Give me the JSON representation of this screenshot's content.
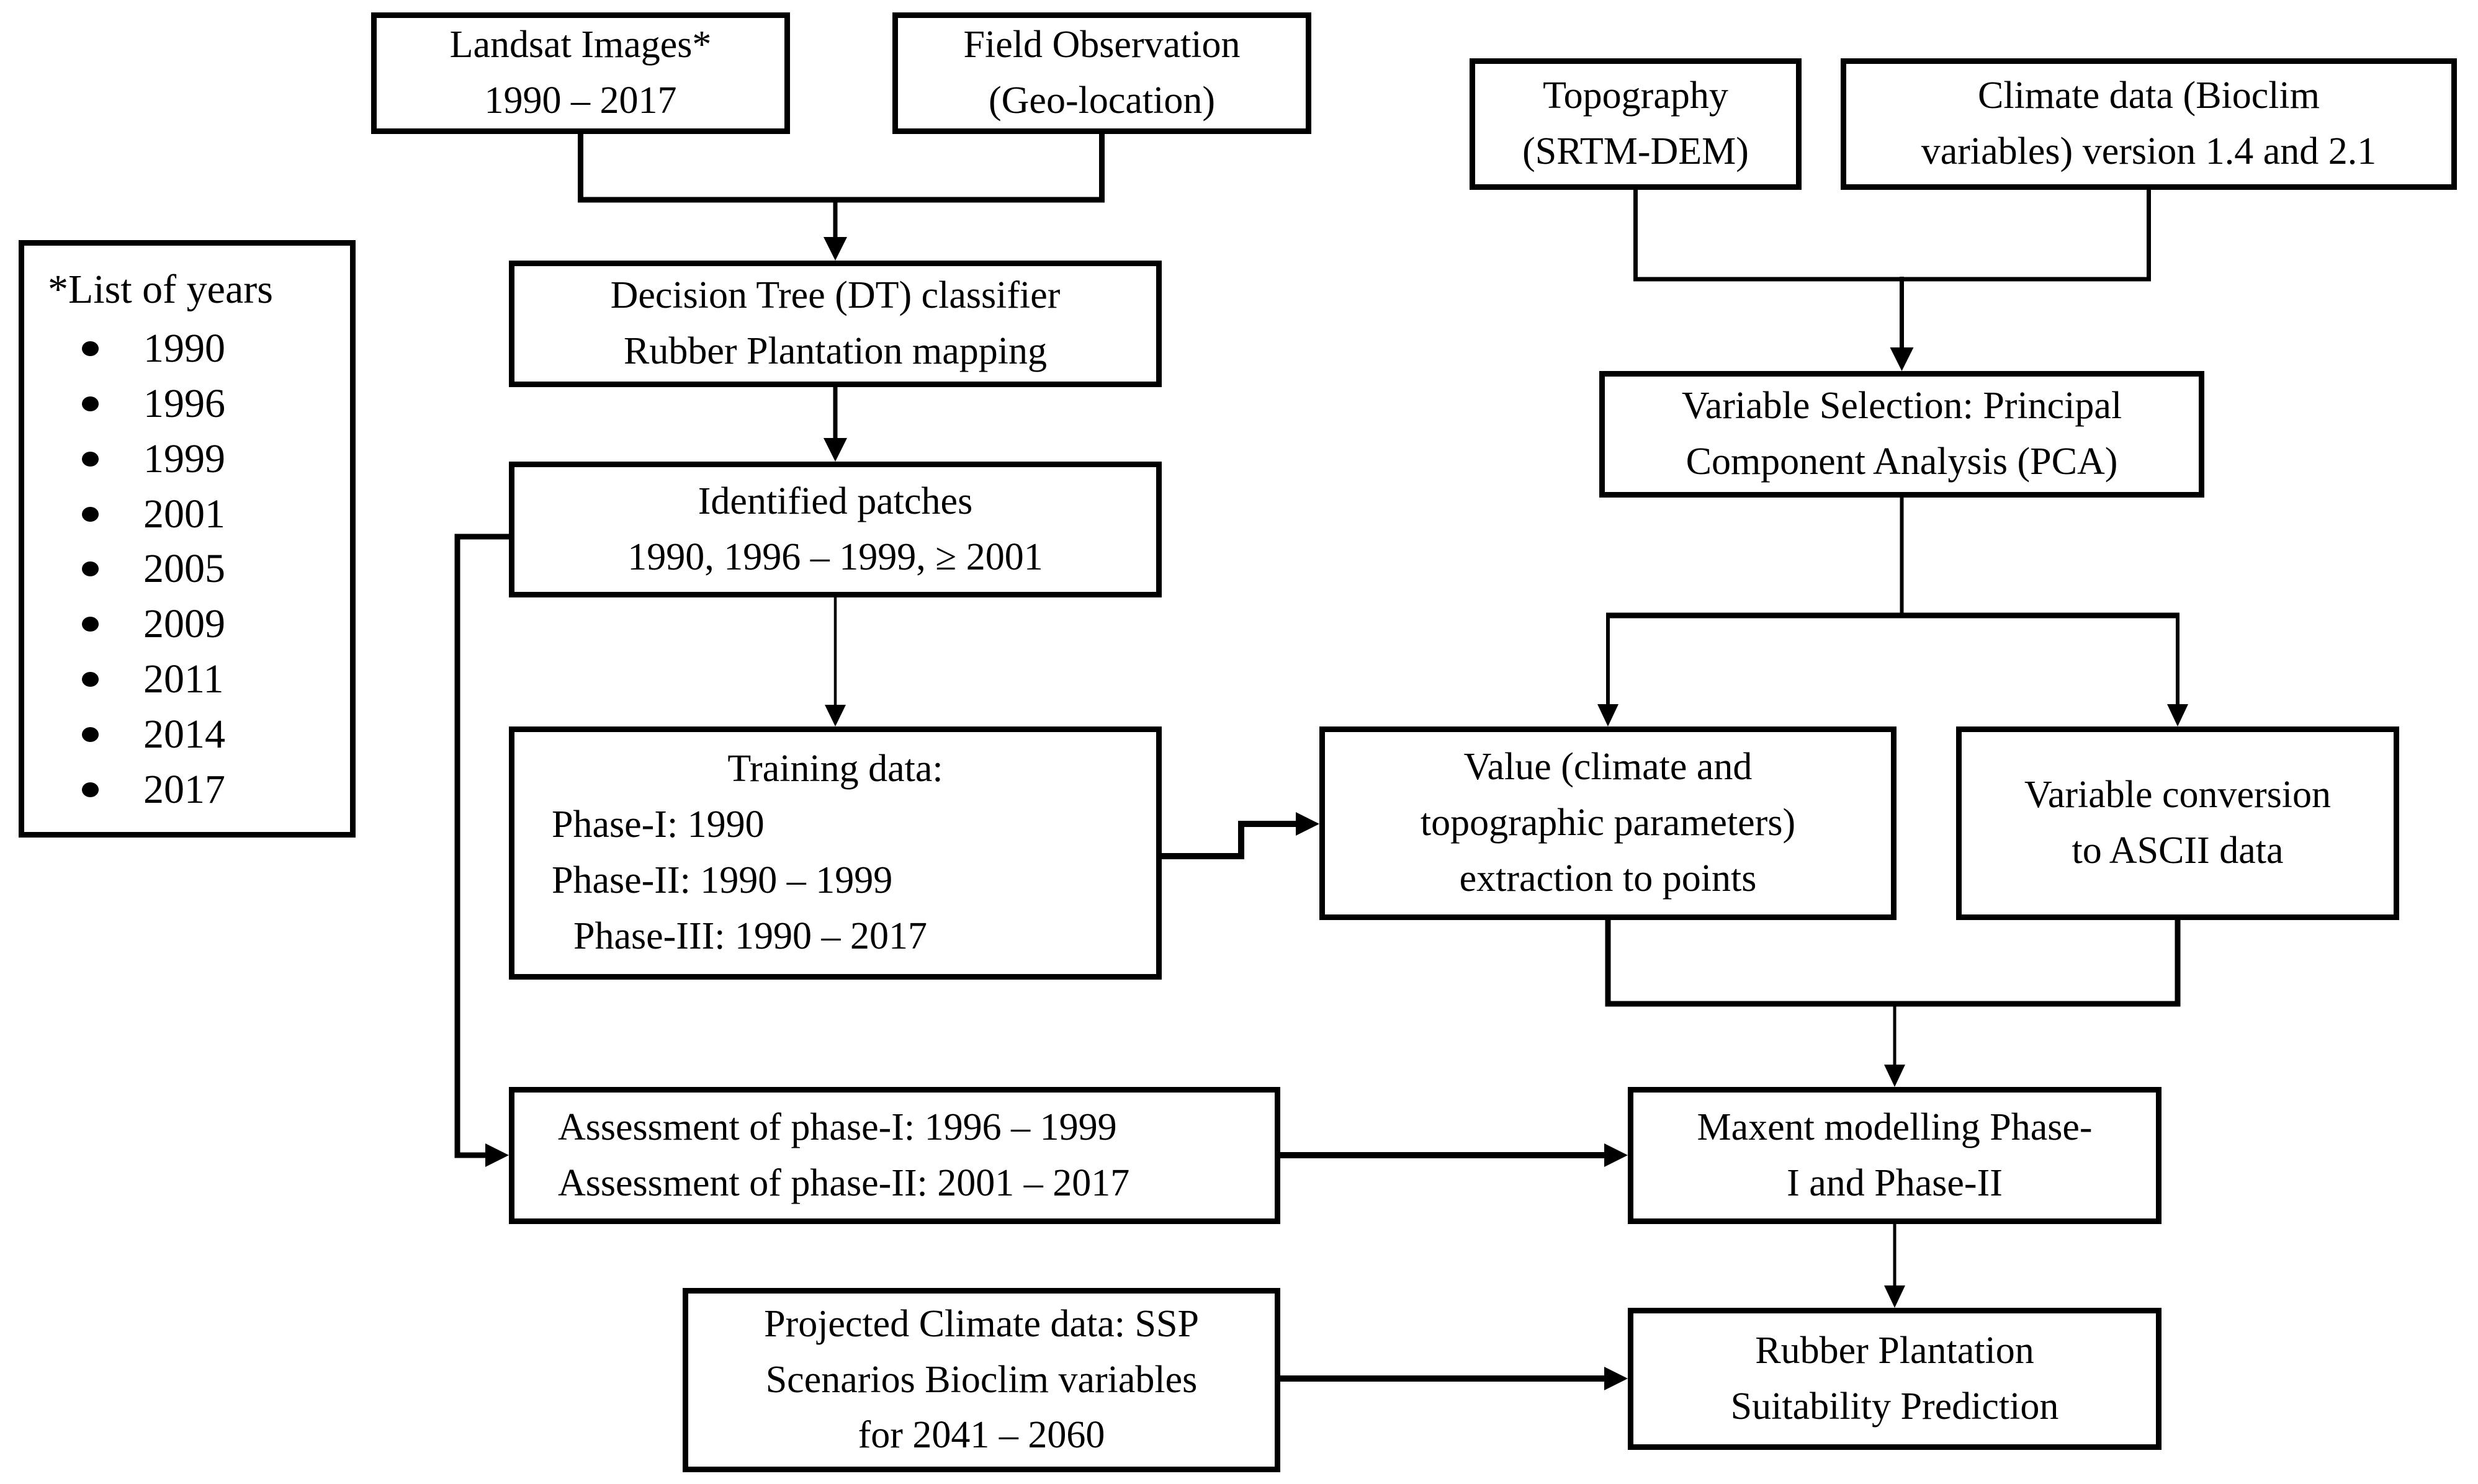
{
  "figure": {
    "background_color": "#ffffff",
    "line_color": "#000000",
    "type": "flowchart"
  },
  "boxes": {
    "landsat": {
      "lines": [
        "Landsat Images*",
        "1990 – 2017"
      ]
    },
    "field_observation": {
      "lines": [
        "Field Observation",
        "(Geo-location)"
      ]
    },
    "topography": {
      "lines": [
        "Topography",
        "(SRTM-DEM)"
      ]
    },
    "climate_data": {
      "lines": [
        "Climate data (Bioclim",
        "variables) version 1.4 and 2.1"
      ]
    },
    "year_list": {
      "title": "*List of years",
      "items": [
        "1990",
        "1996",
        "1999",
        "2001",
        "2005",
        "2009",
        "2011",
        "2014",
        "2017"
      ]
    },
    "dt_classifier": {
      "lines": [
        "Decision Tree (DT) classifier",
        "Rubber Plantation mapping"
      ]
    },
    "identified_patches": {
      "lines": [
        "Identified patches",
        "1990, 1996 – 1999, ≥ 2001"
      ]
    },
    "pca": {
      "lines": [
        "Variable Selection: Principal",
        "Component Analysis (PCA)"
      ]
    },
    "training_data": {
      "title": "Training data:",
      "items": [
        "Phase-I: 1990",
        "Phase-II: 1990 – 1999",
        "Phase-III: 1990 – 2017"
      ]
    },
    "value_extraction": {
      "lines": [
        "Value (climate and",
        "topographic parameters)",
        "extraction to points"
      ]
    },
    "ascii_conversion": {
      "lines": [
        "Variable conversion",
        "to ASCII data"
      ]
    },
    "assessment": {
      "lines": [
        "Assessment of phase-I: 1996 – 1999",
        "Assessment of phase-II: 2001 – 2017"
      ]
    },
    "maxent": {
      "lines": [
        "Maxent modelling Phase-",
        "I and Phase-II"
      ]
    },
    "projected_climate": {
      "lines": [
        "Projected Climate data: SSP",
        "Scenarios Bioclim variables",
        "for 2041 – 2060"
      ]
    },
    "suitability": {
      "lines": [
        "Rubber Plantation",
        "Suitability Prediction"
      ]
    }
  }
}
